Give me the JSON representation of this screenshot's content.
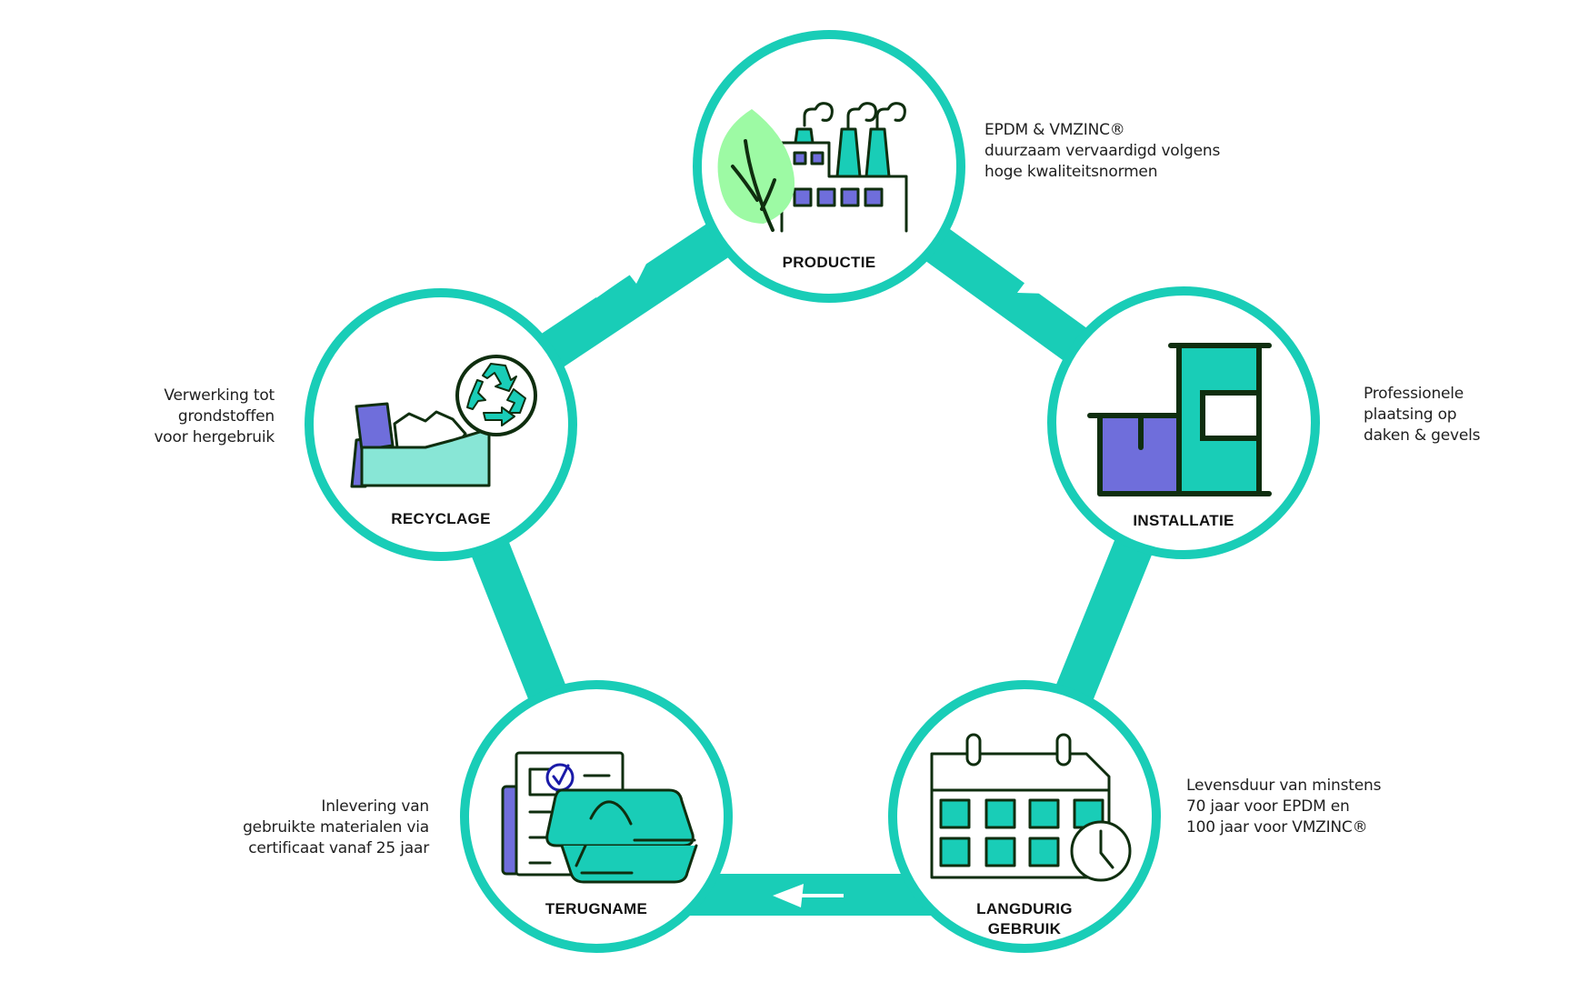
{
  "colors": {
    "teal": "#19cdb7",
    "purple": "#6f6edb",
    "dark_stroke": "#0f2e0f",
    "leaf_green": "#9dfaa4",
    "light_teal": "#88e6d6",
    "check_blue": "#1a1aa8"
  },
  "stages": [
    {
      "id": "productie",
      "label": "PRODUCTIE",
      "icon": "factory-leaf-icon",
      "description": "EPDM & VMZINC®\nduurzaam vervaardigd volgens\nhoge kwaliteitsnormen"
    },
    {
      "id": "installatie",
      "label": "INSTALLATIE",
      "icon": "building-cladding-icon",
      "description": "Professionele\nplaatsing op\ndaken & gevels"
    },
    {
      "id": "langdurig-gebruik",
      "label": "LANGDURIG\nGEBRUIK",
      "label_lines": [
        "LANGDURIG",
        "GEBRUIK"
      ],
      "icon": "calendar-clock-icon",
      "description": "Levensduur van minstens\n70 jaar voor EPDM en\n100 jaar voor VMZINC®"
    },
    {
      "id": "terugname",
      "label": "TERUGNAME",
      "icon": "certificate-container-icon",
      "description": "Inlevering van\ngebruikte materialen via\ncertificaat vanaf 25 jaar"
    },
    {
      "id": "recyclage",
      "label": "RECYCLAGE",
      "icon": "recycle-bin-icon",
      "description": "Verwerking tot\ngrondstoffen\nvoor hergebruik"
    }
  ],
  "flow": [
    {
      "from": "productie",
      "to": "installatie"
    },
    {
      "from": "installatie",
      "to": "langdurig-gebruik"
    },
    {
      "from": "langdurig-gebruik",
      "to": "terugname"
    },
    {
      "from": "terugname",
      "to": "recyclage"
    },
    {
      "from": "recyclage",
      "to": "productie"
    }
  ]
}
